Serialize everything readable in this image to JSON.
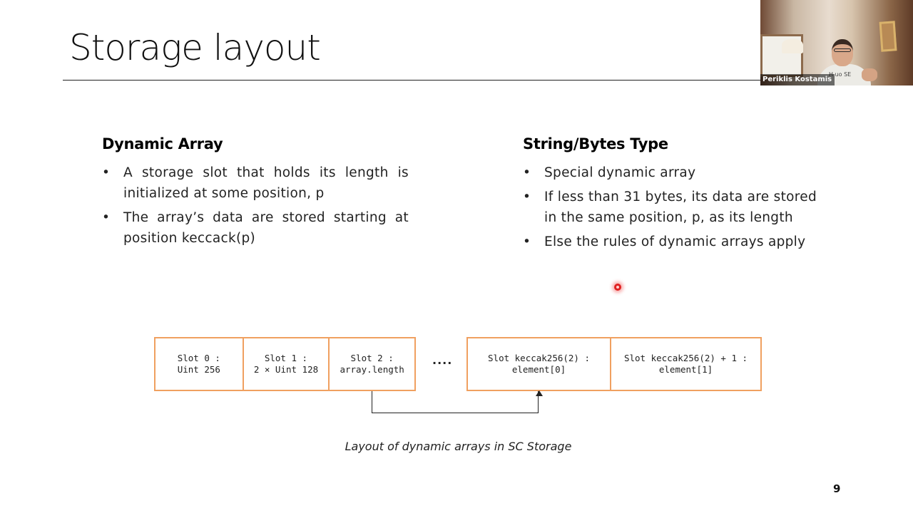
{
  "slide": {
    "title": "Storage layout",
    "page_number": "9"
  },
  "dynamic_array": {
    "heading": "Dynamic Array",
    "bullets": [
      "A storage slot that holds its length is initialized at some position, p",
      "The array’s data are stored starting at position keccack(p)"
    ]
  },
  "string_bytes": {
    "heading": "String/Bytes Type",
    "bullets": [
      "Special dynamic array",
      "If less than 31 bytes, its data are stored in the same position, p, as its length",
      "Else the rules of dynamic arrays apply"
    ]
  },
  "diagram": {
    "group_a": [
      "Slot 0 :\nUint 256",
      "Slot 1 :\n2 × Uint 128",
      "Slot 2 :\narray.length"
    ],
    "ellipsis": "....",
    "group_b": [
      "Slot keccak256(2) :\nelement[0]",
      "Slot keccak256(2) + 1 :\nelement[1]"
    ],
    "caption": "Layout of dynamic arrays in SC Storage",
    "border_color": "#f0a060"
  },
  "video": {
    "participant_name": "Periklis Kostamis",
    "shirt_text": "H uo SE"
  }
}
